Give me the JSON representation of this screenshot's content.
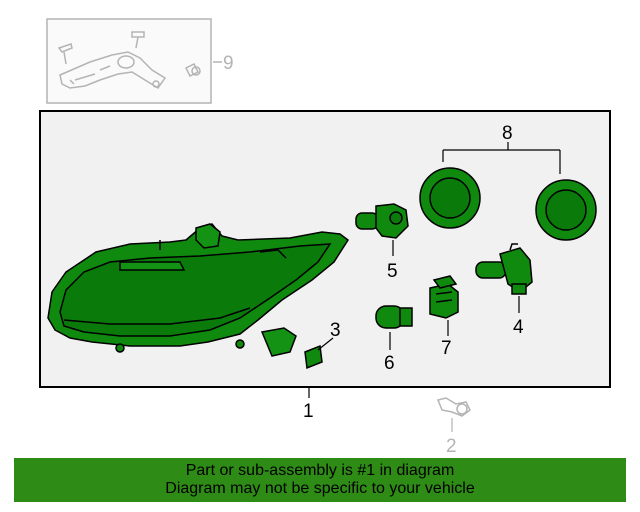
{
  "colors": {
    "part_fill": "#0f8a0f",
    "part_stroke": "#000000",
    "inactive": "#b4b4b4",
    "banner_bg": "#2e8b16",
    "frame_bg": "#f1f1f1"
  },
  "callouts": {
    "c1": "1",
    "c2": "2",
    "c3": "3",
    "c4": "4",
    "c5": "5",
    "c6": "6",
    "c7": "7",
    "c8": "8",
    "c9": "9"
  },
  "banner": {
    "line1": "Part or sub-assembly is #1 in diagram",
    "line2": "Diagram may not be specific to your vehicle"
  }
}
